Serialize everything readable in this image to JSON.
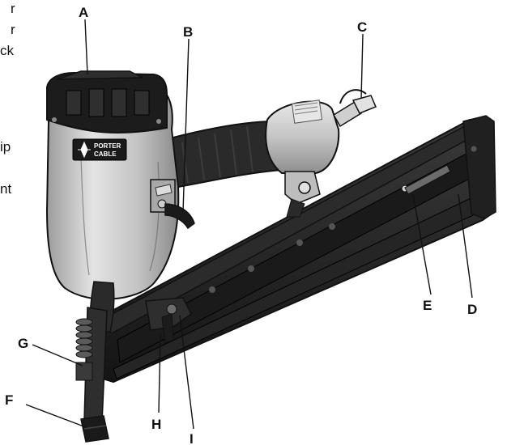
{
  "left_text_fragments": [
    "r",
    "r",
    "ck",
    "ip",
    "nt"
  ],
  "brand_logo": [
    "PORTER",
    "CABLE"
  ],
  "callouts": [
    "A",
    "B",
    "C",
    "D",
    "E",
    "F",
    "G",
    "H",
    "I"
  ],
  "colors": {
    "body_silver": "#c9c9c9",
    "black_parts": "#1c1c1c",
    "grip_black": "#2a2a2a",
    "outline": "#111111"
  }
}
